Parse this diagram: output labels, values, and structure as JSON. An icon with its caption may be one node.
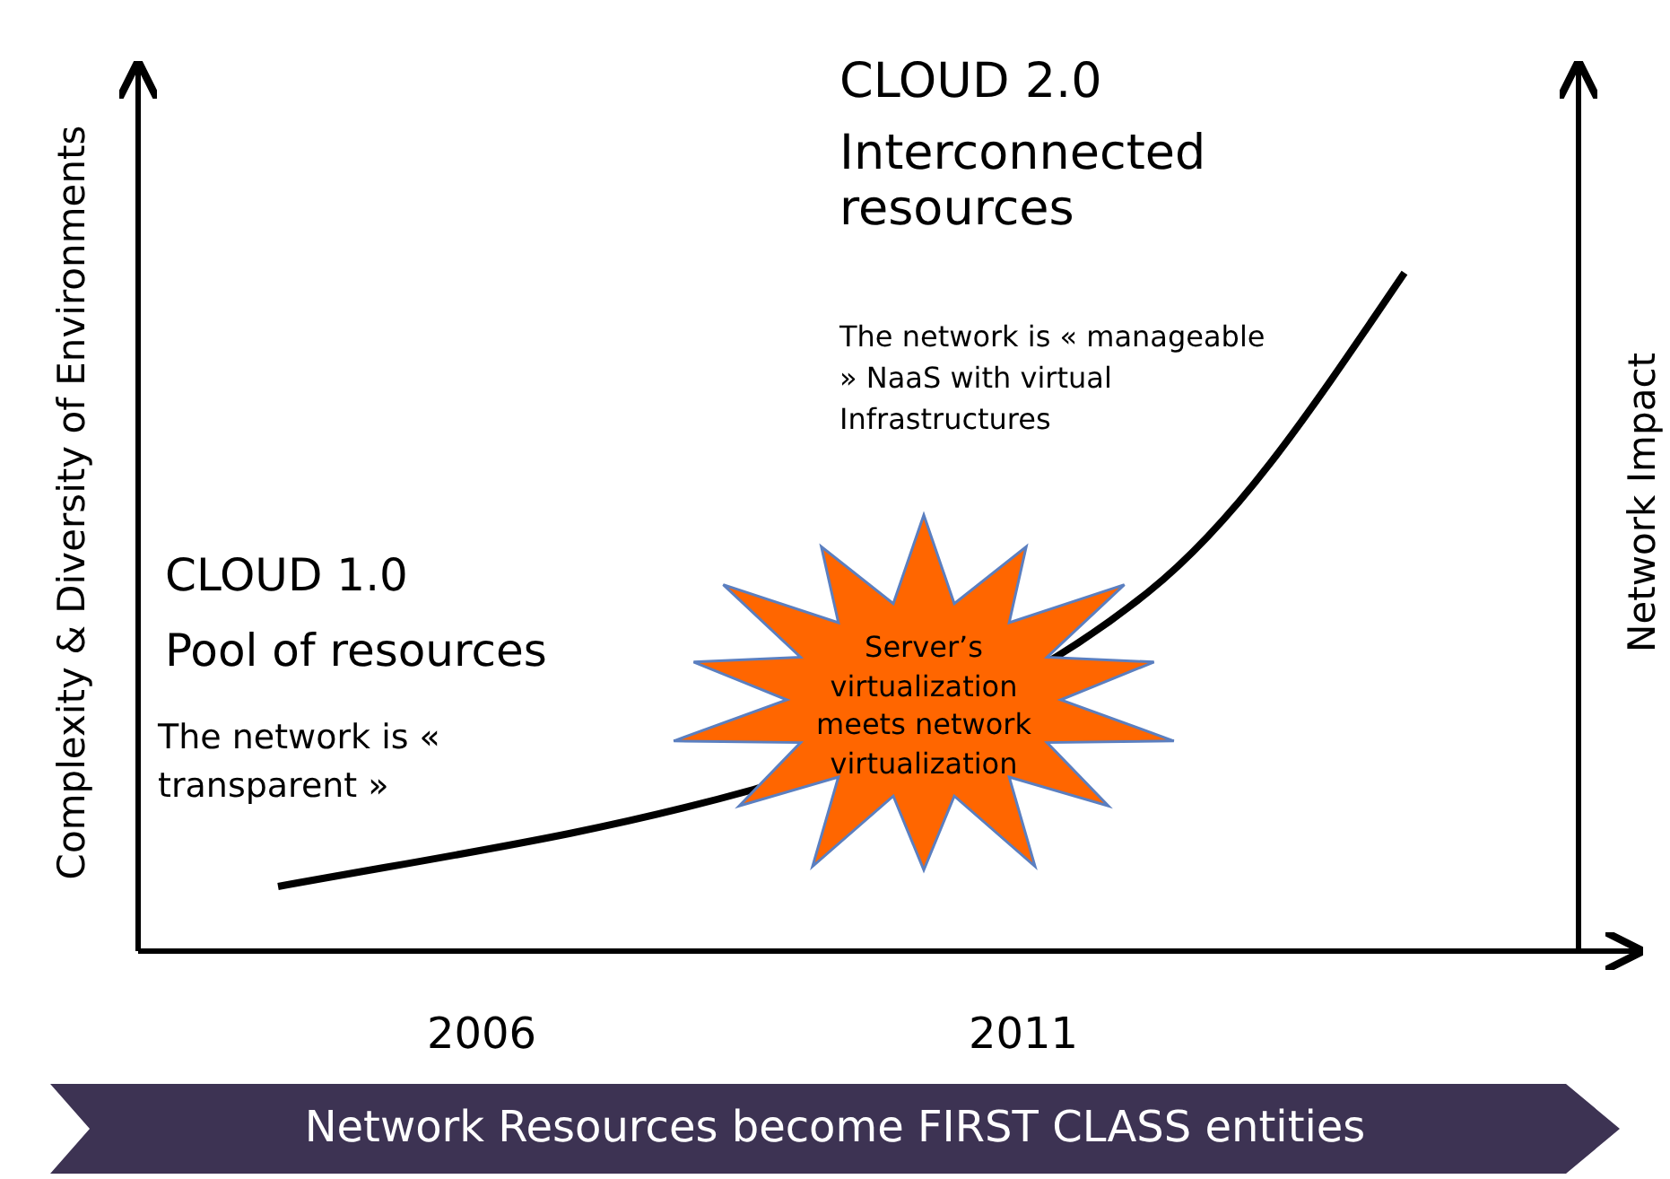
{
  "diagram": {
    "nodes": [
      {
        "text": [
          "Server’s virtualization meets network virtualization"
        ]
      },
      {
        "text": [
          "Network Resources become FIRST CLASS entities"
        ]
      }
    ],
    "edges": [],
    "labels": [
      "CLOUD 2.0",
      "Interconnected resources",
      "The network is « manageable » NaaS with virtual Infrastructures",
      "Complexity & Diversity of Environments",
      "Network Impact",
      "CLOUD 1.0",
      "Pool of resources",
      "The network is « transparent »",
      "2006",
      "2011"
    ]
  }
}
